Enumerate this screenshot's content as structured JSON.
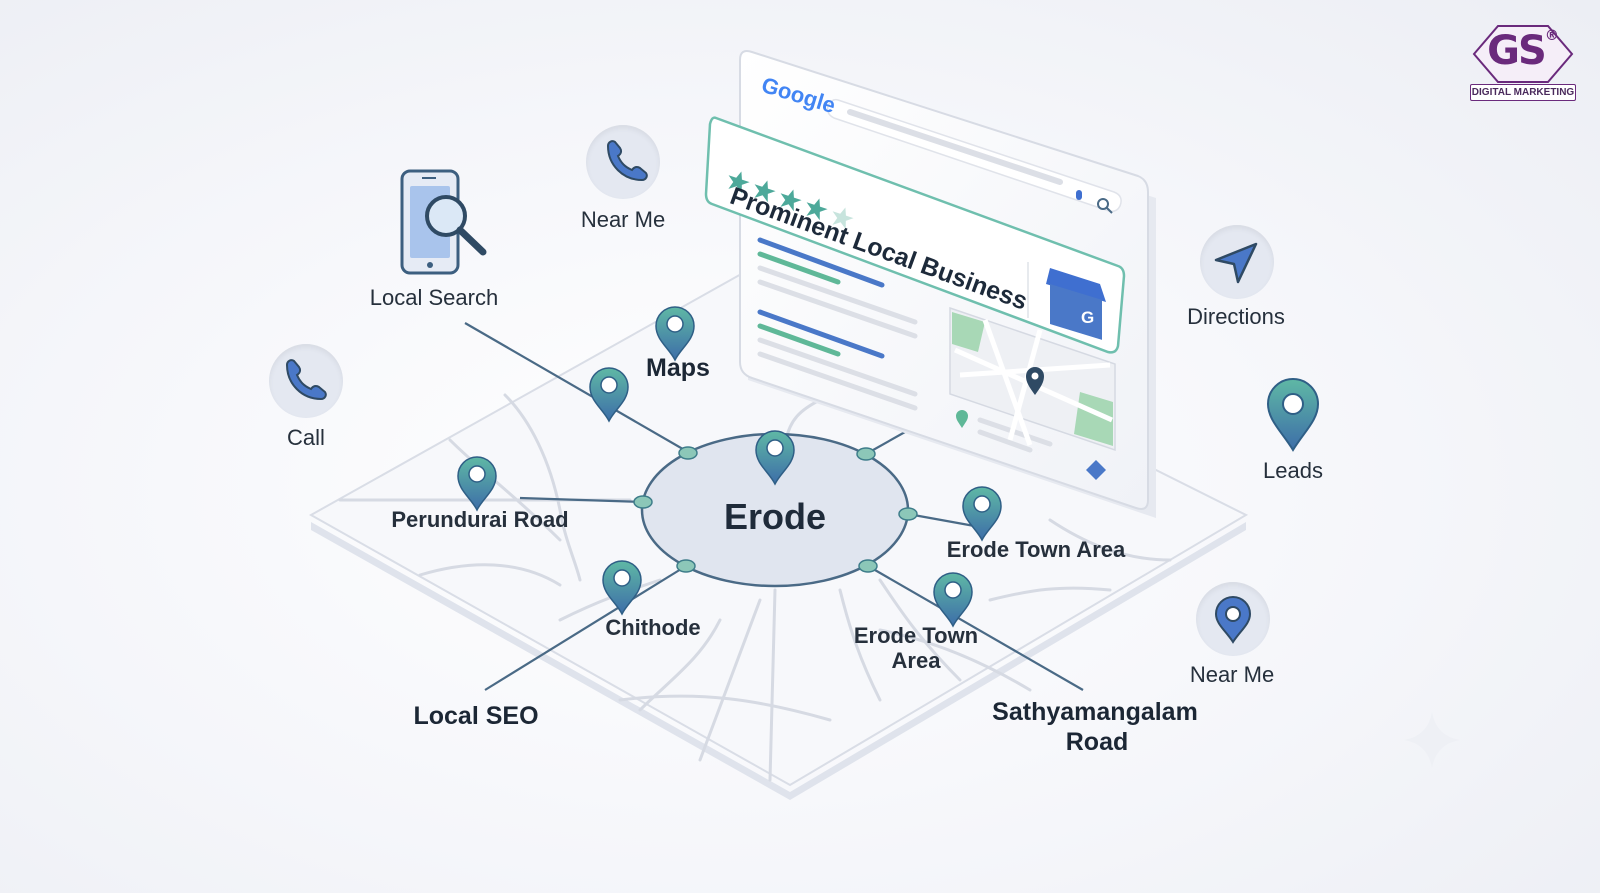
{
  "logo": {
    "text": "GS",
    "registered": "®",
    "subtitle": "DIGITAL MARKETING"
  },
  "search_panel": {
    "brand": "Google",
    "business_name": "Prominent Local Business",
    "rating_stars": 4.5
  },
  "center": {
    "label": "Erode"
  },
  "map_labels": {
    "maps": "Maps",
    "perundurai_road": "Perundurai Road",
    "erode_town_area_1": "Erode Town Area",
    "chithode": "Chithode",
    "erode_town_area_2_line1": "Erode Town",
    "erode_town_area_2_line2": "Area",
    "local_seo": "Local SEO",
    "sathyamangalam_line1": "Sathyamangalam",
    "sathyamangalam_line2": "Road"
  },
  "icons": {
    "local_search": "Local Search",
    "near_me_top": "Near Me",
    "call": "Call",
    "directions": "Directions",
    "leads": "Leads",
    "near_me_bottom": "Near Me"
  },
  "colors": {
    "accent_teal": "#4da99a",
    "accent_blue": "#4a78c8",
    "pin_dark": "#2f5f86",
    "logo_purple": "#6a2a7c"
  }
}
